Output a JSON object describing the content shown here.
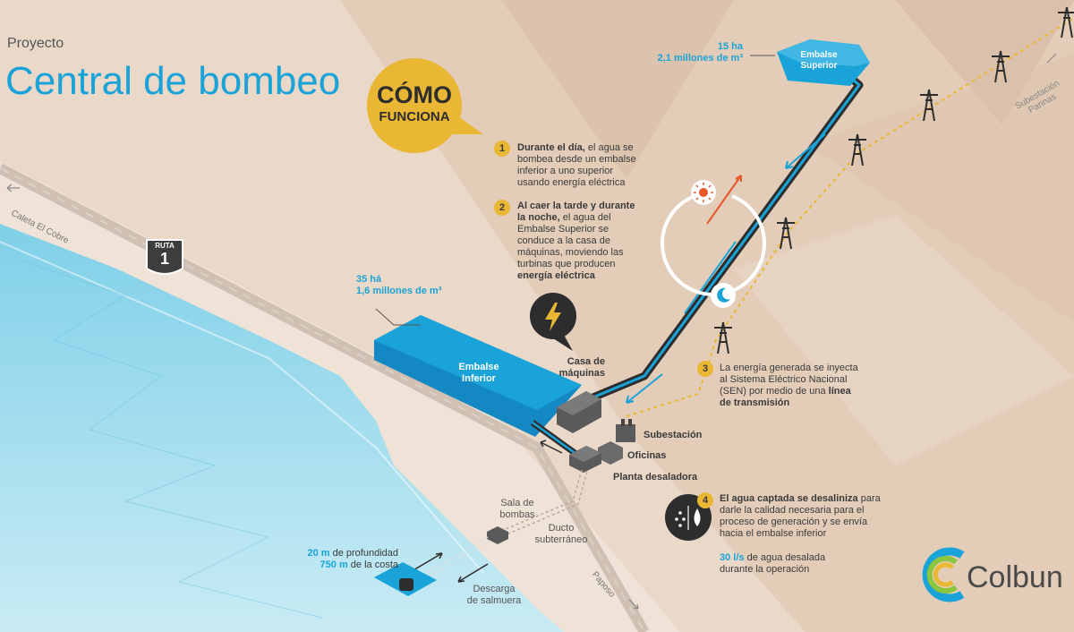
{
  "header": {
    "subtitle": "Proyecto",
    "title": "Central de bombeo"
  },
  "badge": {
    "line1": "CÓMO",
    "line2": "FUNCIONA"
  },
  "steps": [
    {
      "number": "1",
      "bold": "Durante el día,",
      "text": " el agua se bombea desde un embalse inferior a uno superior usando energía eléctrica",
      "tail_bold": "",
      "tail": ""
    },
    {
      "number": "2",
      "bold": "Al caer la tarde y durante la noche,",
      "text": " el agua del Embalse Superior se conduce a la casa de máquinas, moviendo las turbinas que producen ",
      "tail_bold": "energía eléctrica",
      "tail": ""
    },
    {
      "number": "3",
      "bold": "",
      "text": "La energía generada se inyecta al Sistema Eléctrico Nacional (SEN) por medio de una ",
      "tail_bold": "línea de transmisión",
      "tail": ""
    },
    {
      "number": "4",
      "bold": "El agua captada se desaliniza",
      "text": " para darle la calidad necesaria para el proceso de generación y se envía hacia el embalse inferior",
      "tail_bold": "",
      "tail": ""
    }
  ],
  "upper_reservoir": {
    "label_line1": "Embalse",
    "label_line2": "Superior",
    "area": "15 ha",
    "volume": "2,1 millones de m³"
  },
  "lower_reservoir": {
    "label_line1": "Embalse",
    "label_line2": "Inferior",
    "area": "35 há",
    "volume": "1,6 millones de m³"
  },
  "labels": {
    "powerhouse_line1": "Casa de",
    "powerhouse_line2": "máquinas",
    "substation": "Subestación",
    "offices": "Oficinas",
    "desal_plant": "Planta desaladora",
    "pump_room_line1": "Sala de",
    "pump_room_line2": "bombas",
    "duct_line1": "Ducto",
    "duct_line2": "subterráneo",
    "brine_line1": "Descarga",
    "brine_line2": "de salmuera",
    "depth_value": "20 m",
    "depth_text": " de profundidad",
    "coast_value": "750 m",
    "coast_text": " de la costa",
    "flow_value": "30 l/s",
    "flow_text": " de agua desalada",
    "flow_line2": "durante la operación",
    "caleta": "Caleta El Cobre",
    "paposo": "Paposo",
    "sub_parinas_line1": "Subestación",
    "sub_parinas_line2": "Parinas",
    "route_word": "RUTA",
    "route_number": "1"
  },
  "logo": {
    "text": "Colbun"
  },
  "colors": {
    "accent_blue": "#1aa3d8",
    "accent_yellow": "#e9b734",
    "text_dark": "#3a3a3a"
  }
}
